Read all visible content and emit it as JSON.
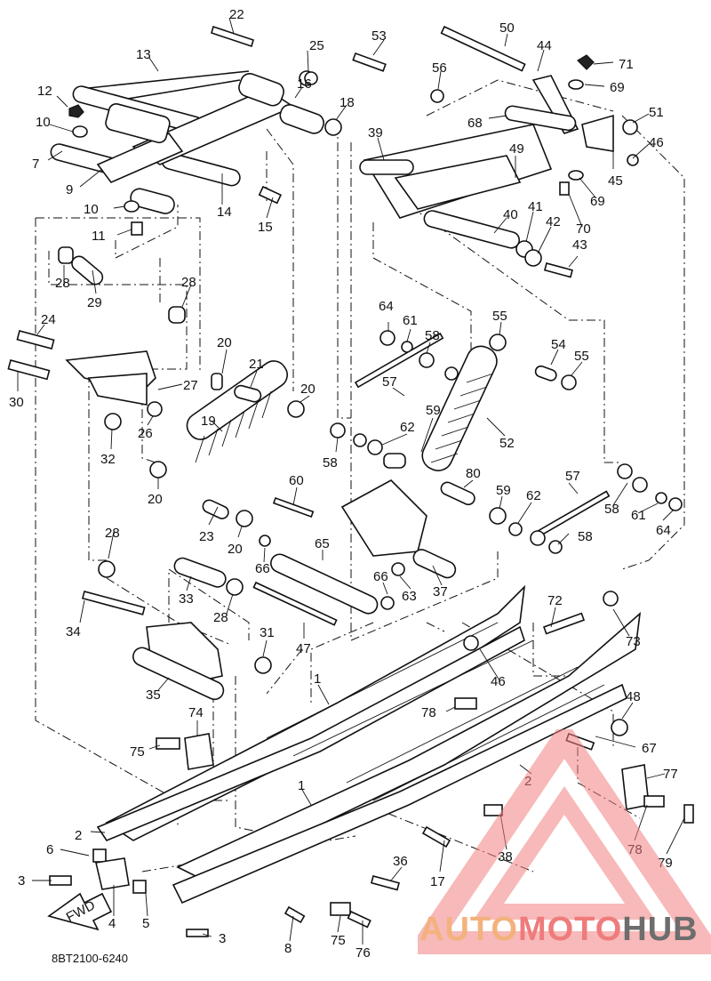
{
  "diagram": {
    "drawing_code": "8BT2100-6240",
    "fwd_label": "FWD",
    "callouts": {
      "n1": "1",
      "n2": "2",
      "n3": "3",
      "n4": "4",
      "n5": "5",
      "n6": "6",
      "n7": "7",
      "n8": "8",
      "n9": "9",
      "n10": "10",
      "n11": "11",
      "n12": "12",
      "n13": "13",
      "n14": "14",
      "n15": "15",
      "n16": "16",
      "n17": "17",
      "n18": "18",
      "n19": "19",
      "n20": "20",
      "n21": "21",
      "n22": "22",
      "n23": "23",
      "n24": "24",
      "n25": "25",
      "n26": "26",
      "n27": "27",
      "n28": "28",
      "n29": "29",
      "n30": "30",
      "n31": "31",
      "n32": "32",
      "n33": "33",
      "n34": "34",
      "n35": "35",
      "n36": "36",
      "n37": "37",
      "n38": "38",
      "n39": "39",
      "n40": "40",
      "n41": "41",
      "n42": "42",
      "n43": "43",
      "n44": "44",
      "n45": "45",
      "n46": "46",
      "n47": "47",
      "n48": "48",
      "n49": "49",
      "n50": "50",
      "n51": "51",
      "n52": "52",
      "n53": "53",
      "n54": "54",
      "n55": "55",
      "n56": "56",
      "n57": "57",
      "n58": "58",
      "n59": "59",
      "n60": "60",
      "n61": "61",
      "n62": "62",
      "n63": "63",
      "n64": "64",
      "n65": "65",
      "n66": "66",
      "n67": "67",
      "n68": "68",
      "n69": "69",
      "n70": "70",
      "n71": "71",
      "n72": "72",
      "n73": "73",
      "n74": "74",
      "n75": "75",
      "n76": "76",
      "n77": "77",
      "n78": "78",
      "n79": "79",
      "n80": "80"
    }
  },
  "watermark": {
    "part1": "AUTO",
    "part2": "MOTO",
    "part3": "HUB",
    "colors": {
      "auto": "#f3b27d",
      "moto": "#ef7b7b",
      "hub": "#6d6d6d",
      "triangle": "#f08080"
    }
  }
}
